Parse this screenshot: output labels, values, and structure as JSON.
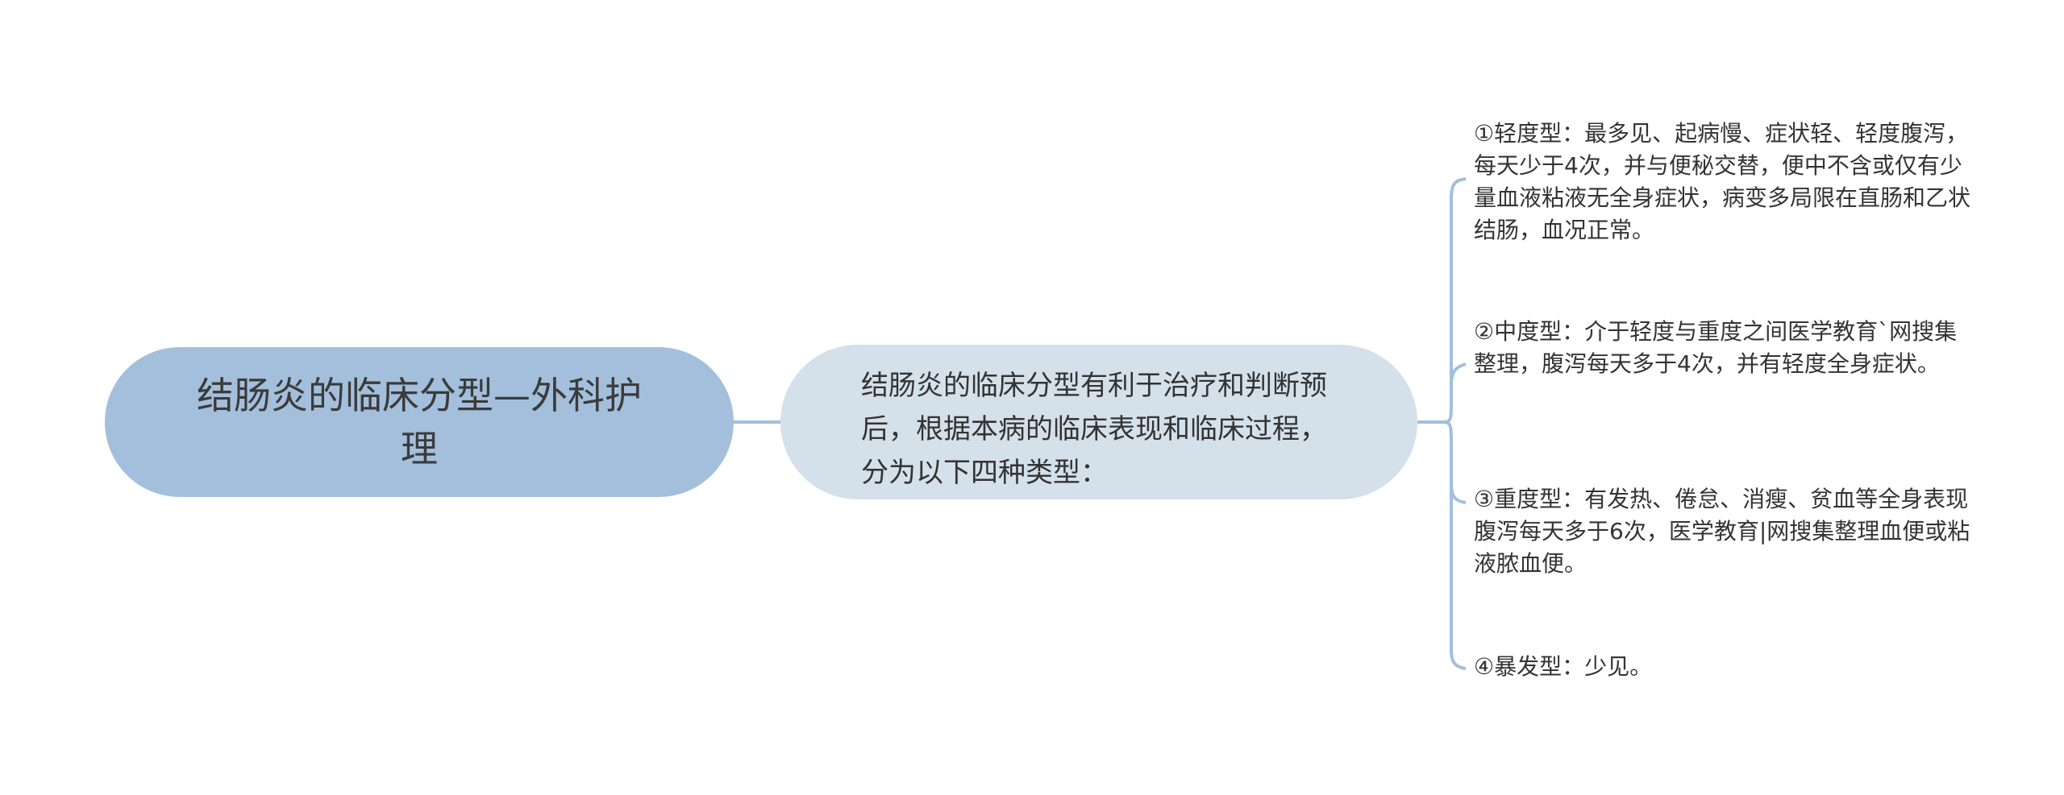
{
  "diagram": {
    "root": {
      "label": "结肠炎的临床分型—外科护理"
    },
    "center": {
      "label": "结肠炎的临床分型有利于治疗和判断预后，根据本病的临床表现和临床过程，分为以下四种类型："
    },
    "leaves": [
      {
        "label": "①轻度型：最多见、起病慢、症状轻、轻度腹泻，每天少于4次，并与便秘交替，便中不含或仅有少量血液粘液无全身症状，病变多局限在直肠和乙状结肠，血况正常。"
      },
      {
        "label": "②中度型：介于轻度与重度之间医学教育`网搜集整理，腹泻每天多于4次，并有轻度全身症状。"
      },
      {
        "label": "③重度型：有发热、倦怠、消瘦、贫血等全身表现腹泻每天多于6次，医学教育|网搜集整理血便或粘液脓血便。"
      },
      {
        "label": "④暴发型：少见。"
      }
    ],
    "colors": {
      "root_fill": "#a3bfdc",
      "center_fill": "#d4e0ea",
      "connector": "#a3bfdc",
      "text": "#333333"
    }
  }
}
